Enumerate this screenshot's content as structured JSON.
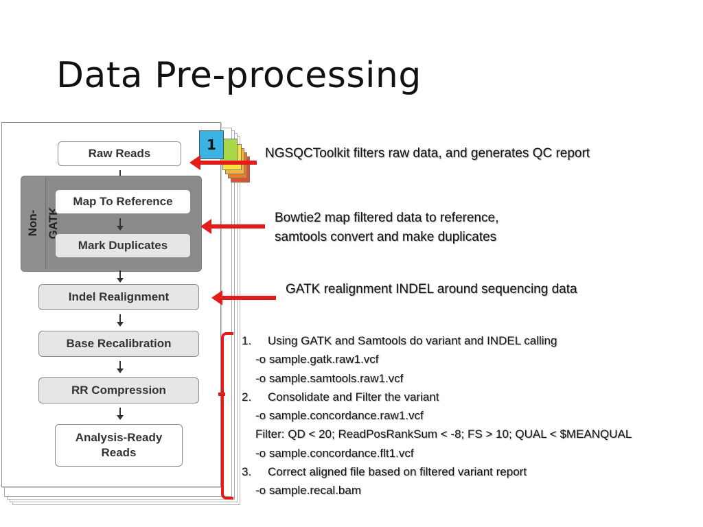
{
  "slide": {
    "title": "Data Pre-processing"
  },
  "diagram": {
    "page_number": "1",
    "group_label": "Non-GATK",
    "steps": {
      "raw_reads": "Raw Reads",
      "map_to_reference": "Map To Reference",
      "mark_duplicates": "Mark Duplicates",
      "indel_realignment": "Indel Realignment",
      "base_recalibration": "Base Recalibration",
      "rr_compression": "RR Compression",
      "analysis_ready_1": "Analysis-Ready",
      "analysis_ready_2": "Reads"
    },
    "tab_colors": [
      "#3bb3e5",
      "#a8d94a",
      "#f5e23a",
      "#f6b73c",
      "#ef7a2b",
      "#e2502a"
    ]
  },
  "notes": {
    "ngsqc": "NGSQCToolkit filters raw data, and generates QC report",
    "bowtie_1": "Bowtie2 map filtered data to reference,",
    "bowtie_2": "samtools convert and make duplicates",
    "gatk": "GATK realignment INDEL around sequencing data"
  },
  "list": {
    "item1_num": "1.",
    "item1_text": "Using GATK and Samtools do variant and INDEL calling",
    "item1_sub1": "-o sample.gatk.raw1.vcf",
    "item1_sub2": "-o sample.samtools.raw1.vcf",
    "item2_num": "2.",
    "item2_text": "Consolidate and Filter the variant",
    "item2_sub1": "-o  sample.concordance.raw1.vcf",
    "item2_sub2": "Filter: QD < 20; ReadPosRankSum < -8; FS > 10; QUAL < $MEANQUAL",
    "item2_sub3": "-o sample.concordance.flt1.vcf",
    "item3_num": "3.",
    "item3_text": "Correct aligned file based on filtered variant report",
    "item3_sub1": "-o sample.recal.bam"
  },
  "colors": {
    "accent_red": "#e31b1b",
    "group_gray": "#8f8f8f",
    "box_gray": "#e6e6e6"
  }
}
